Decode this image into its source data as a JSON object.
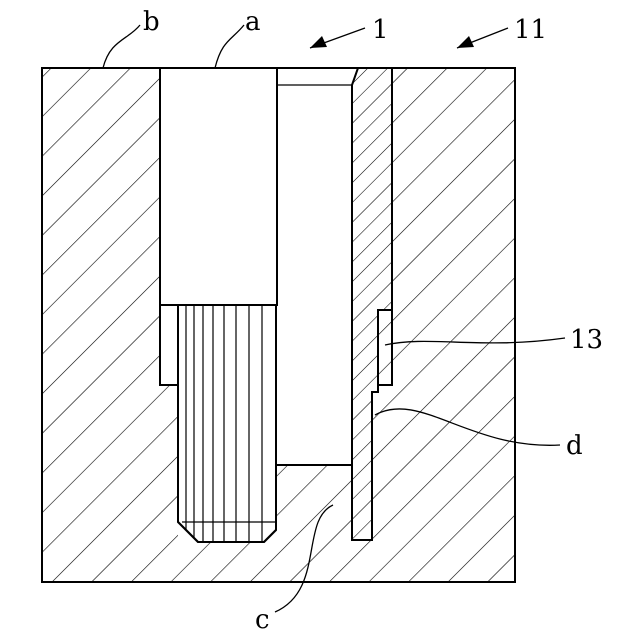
{
  "labels": {
    "a": "a",
    "b": "b",
    "c": "c",
    "d": "d",
    "n1": "1",
    "n11": "11",
    "n13": "13"
  },
  "colors": {
    "ink": "#000000",
    "paper": "#ffffff"
  }
}
